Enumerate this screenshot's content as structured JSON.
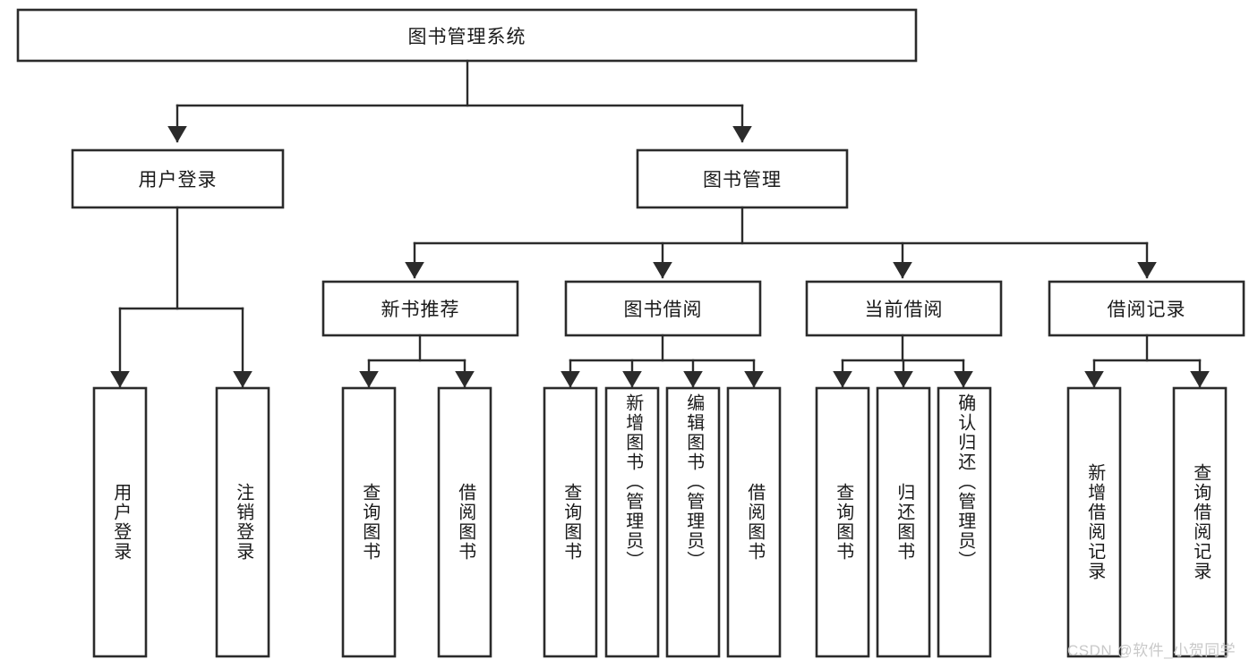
{
  "diagram": {
    "type": "tree-hierarchy",
    "title": "图书管理系统",
    "watermark": "CSDN @软件_小贺同学",
    "colors": {
      "box_stroke": "#2b2b2b",
      "box_fill": "#ffffff",
      "text": "#1a1a1a",
      "background": "#ffffff",
      "watermark": "#c9c9c9"
    },
    "levels": {
      "root": {
        "label": "图书管理系统"
      },
      "level2": [
        {
          "label": "用户登录"
        },
        {
          "label": "图书管理"
        }
      ],
      "level3": [
        {
          "label": "新书推荐"
        },
        {
          "label": "图书借阅"
        },
        {
          "label": "当前借阅"
        },
        {
          "label": "借阅记录"
        }
      ],
      "leaves": {
        "user_login": [
          {
            "label": "用户登录"
          },
          {
            "label": "注销登录"
          }
        ],
        "new_book_recommend": [
          {
            "label": "查询图书"
          },
          {
            "label": "借阅图书"
          }
        ],
        "book_borrow": [
          {
            "label": "查询图书"
          },
          {
            "label": "新增图书（管理员）"
          },
          {
            "label": "编辑图书（管理员）"
          },
          {
            "label": "借阅图书"
          }
        ],
        "current_borrow": [
          {
            "label": "查询图书"
          },
          {
            "label": "归还图书"
          },
          {
            "label": "确认归还（管理员）"
          }
        ],
        "borrow_record": [
          {
            "label": "新增借阅记录"
          },
          {
            "label": "查询借阅记录"
          }
        ]
      }
    }
  }
}
